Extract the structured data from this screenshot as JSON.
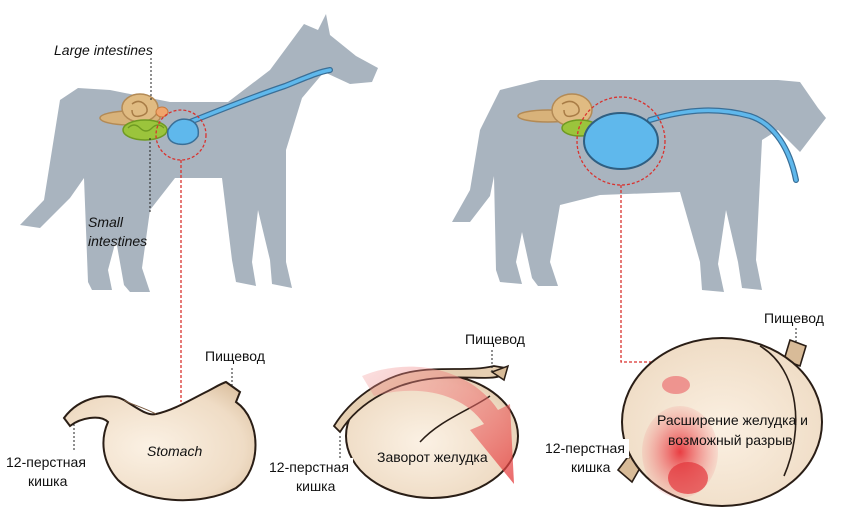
{
  "labels": {
    "large_intestines": "Large intestines",
    "small_intestines_line1": "Small",
    "small_intestines_line2": "intestines",
    "stomach": "Stomach",
    "esophagus": "Пищевод",
    "duodenum_line1": "12-перстная",
    "duodenum_line2": "кишка",
    "torsion": "Заворот желудка",
    "dilation_line1": "Расширение желудка и",
    "dilation_line2": "возможный разрыв"
  },
  "colors": {
    "dog_silhouette": "#a9b4bf",
    "stomach_tissue": "#efdcc5",
    "bloated_stomach": "#5fb8ec",
    "esophagus_line": "#5aa9da",
    "intestine_green": "#9bc43c",
    "intestine_tan": "#d8b27a",
    "callout_red": "#d9322e",
    "torsion_arrow": "#ec5454"
  }
}
